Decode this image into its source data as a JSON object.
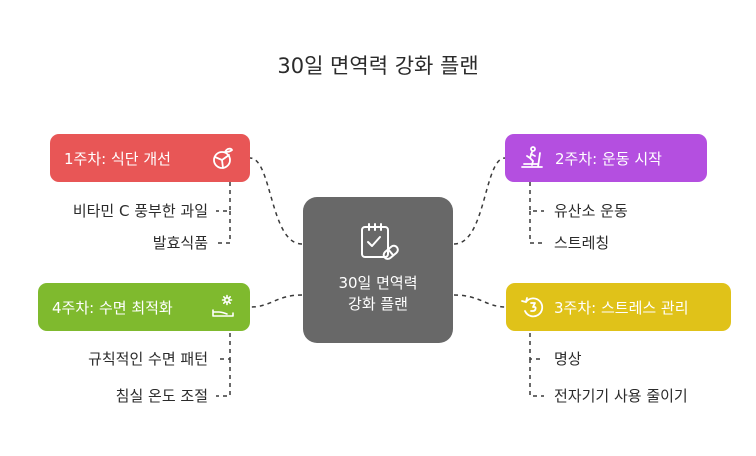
{
  "title": "30일 면역력 강화 플랜",
  "center": {
    "label_line1": "30일 면역력",
    "label_line2": "강화 플랜",
    "icon": "clipboard-check-pill-icon"
  },
  "nodes": [
    {
      "label": "1주차: 식단 개선",
      "color": "#e85656",
      "icon": "fruit-icon",
      "items": [
        "비타민 C 풍부한 과일",
        "발효식품"
      ]
    },
    {
      "label": "2주차: 운동 시작",
      "color": "#b44fe0",
      "icon": "treadmill-icon",
      "items": [
        "유산소 운동",
        "스트레칭"
      ]
    },
    {
      "label": "3주차: 스트레스 관리",
      "color": "#e0c219",
      "icon": "stress-cycle-icon",
      "items": [
        "명상",
        "전자기기 사용 줄이기"
      ]
    },
    {
      "label": "4주차: 수면 최적화",
      "color": "#7fba2e",
      "icon": "sleep-gear-icon",
      "items": [
        "규칙적인 수면 패턴",
        "침실 온도 조절"
      ]
    }
  ]
}
